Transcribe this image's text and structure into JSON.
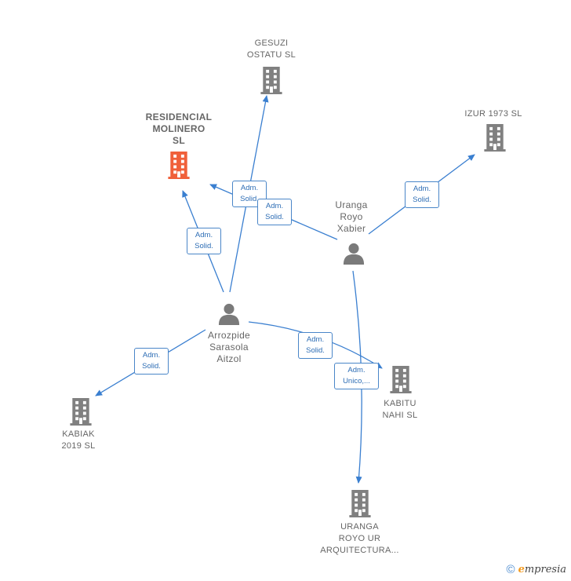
{
  "colors": {
    "edge": "#3a7fd0",
    "building": "#808080",
    "building_highlight": "#f0603a",
    "person": "#7a7a7a"
  },
  "nodes": {
    "gesuzi": {
      "label": "GESUZI\nOSTATU  SL",
      "icon": "building-icon"
    },
    "residencial": {
      "label": "RESIDENCIAL\nMOLINERO\nSL",
      "icon": "building-icon"
    },
    "izur": {
      "label": "IZUR 1973  SL",
      "icon": "building-icon"
    },
    "uranga_person": {
      "label": "Uranga\nRoyo\nXabier",
      "icon": "person-icon"
    },
    "arrozpide": {
      "label": "Arrozpide\nSarasola\nAitzol",
      "icon": "person-icon"
    },
    "kabiak": {
      "label": "KABIAK\n2019  SL",
      "icon": "building-icon"
    },
    "kabitu": {
      "label": "KABITU\nNAHI  SL",
      "icon": "building-icon"
    },
    "uranga_company": {
      "label": "URANGA\nROYO UR\nARQUITECTURA...",
      "icon": "building-icon"
    }
  },
  "edges": {
    "e1": "Adm.\nSolid.",
    "e2": "Adm.\nSolid.",
    "e3": "Adm.\nSolid.",
    "e4": "Adm.\nSolid.",
    "e5": "Adm.\nSolid.",
    "e6": "Adm.\nSolid.",
    "e7": "Adm.\nUnico,..."
  },
  "footer": {
    "copyright": "©",
    "brand_first": "e",
    "brand_rest": "mpresia"
  }
}
